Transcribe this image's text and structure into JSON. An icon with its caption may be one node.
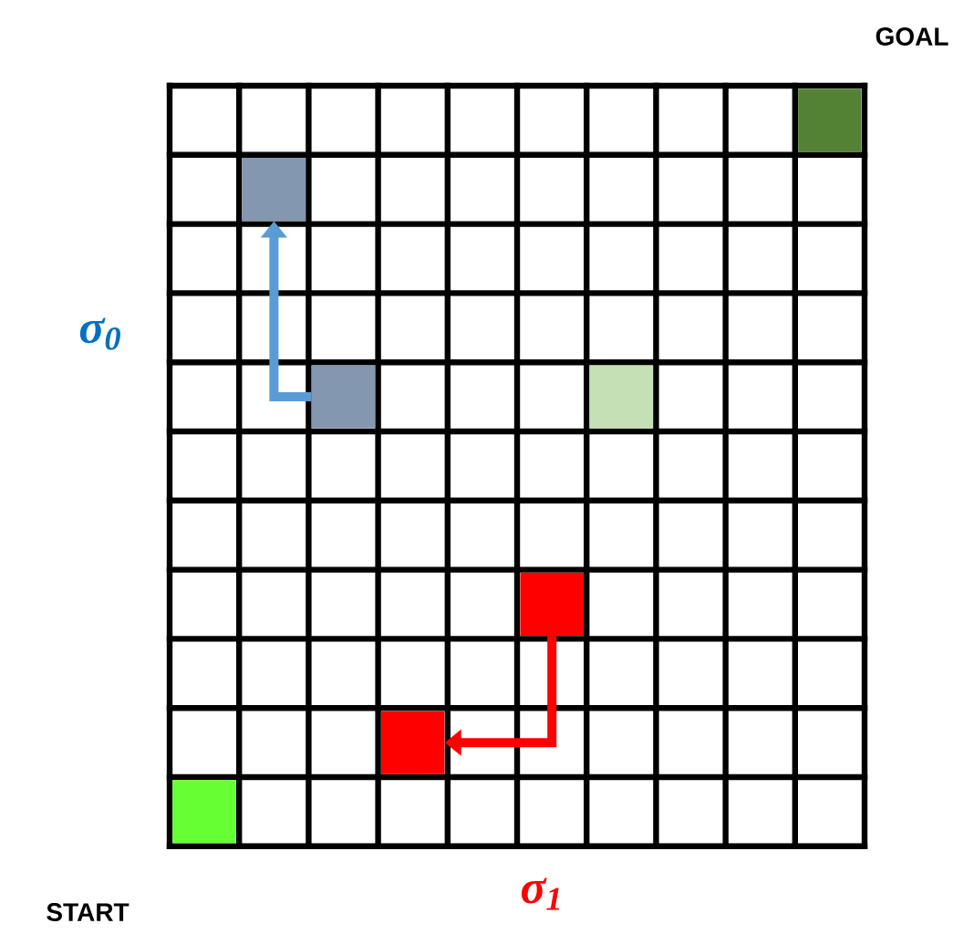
{
  "diagram": {
    "nodes": [
      {
        "text": [],
        "shape": "box",
        "beside": [
          "GOAL"
        ]
      },
      {
        "text": [],
        "shape": "box"
      },
      {
        "text": [],
        "shape": "box"
      },
      {
        "text": [],
        "shape": "box"
      },
      {
        "text": [],
        "shape": "box"
      },
      {
        "text": [],
        "shape": "box"
      },
      {
        "text": [],
        "shape": "box",
        "beside": [
          "START"
        ]
      }
    ],
    "edges": [
      {
        "from": 2,
        "to": 1,
        "arrow": "to",
        "label": "σ$_{0}$",
        "color": "#5b9bd5"
      },
      {
        "from": 4,
        "to": 5,
        "arrow": "to",
        "label": "σ$_{1}$",
        "color": "#ff0000"
      }
    ]
  }
}
